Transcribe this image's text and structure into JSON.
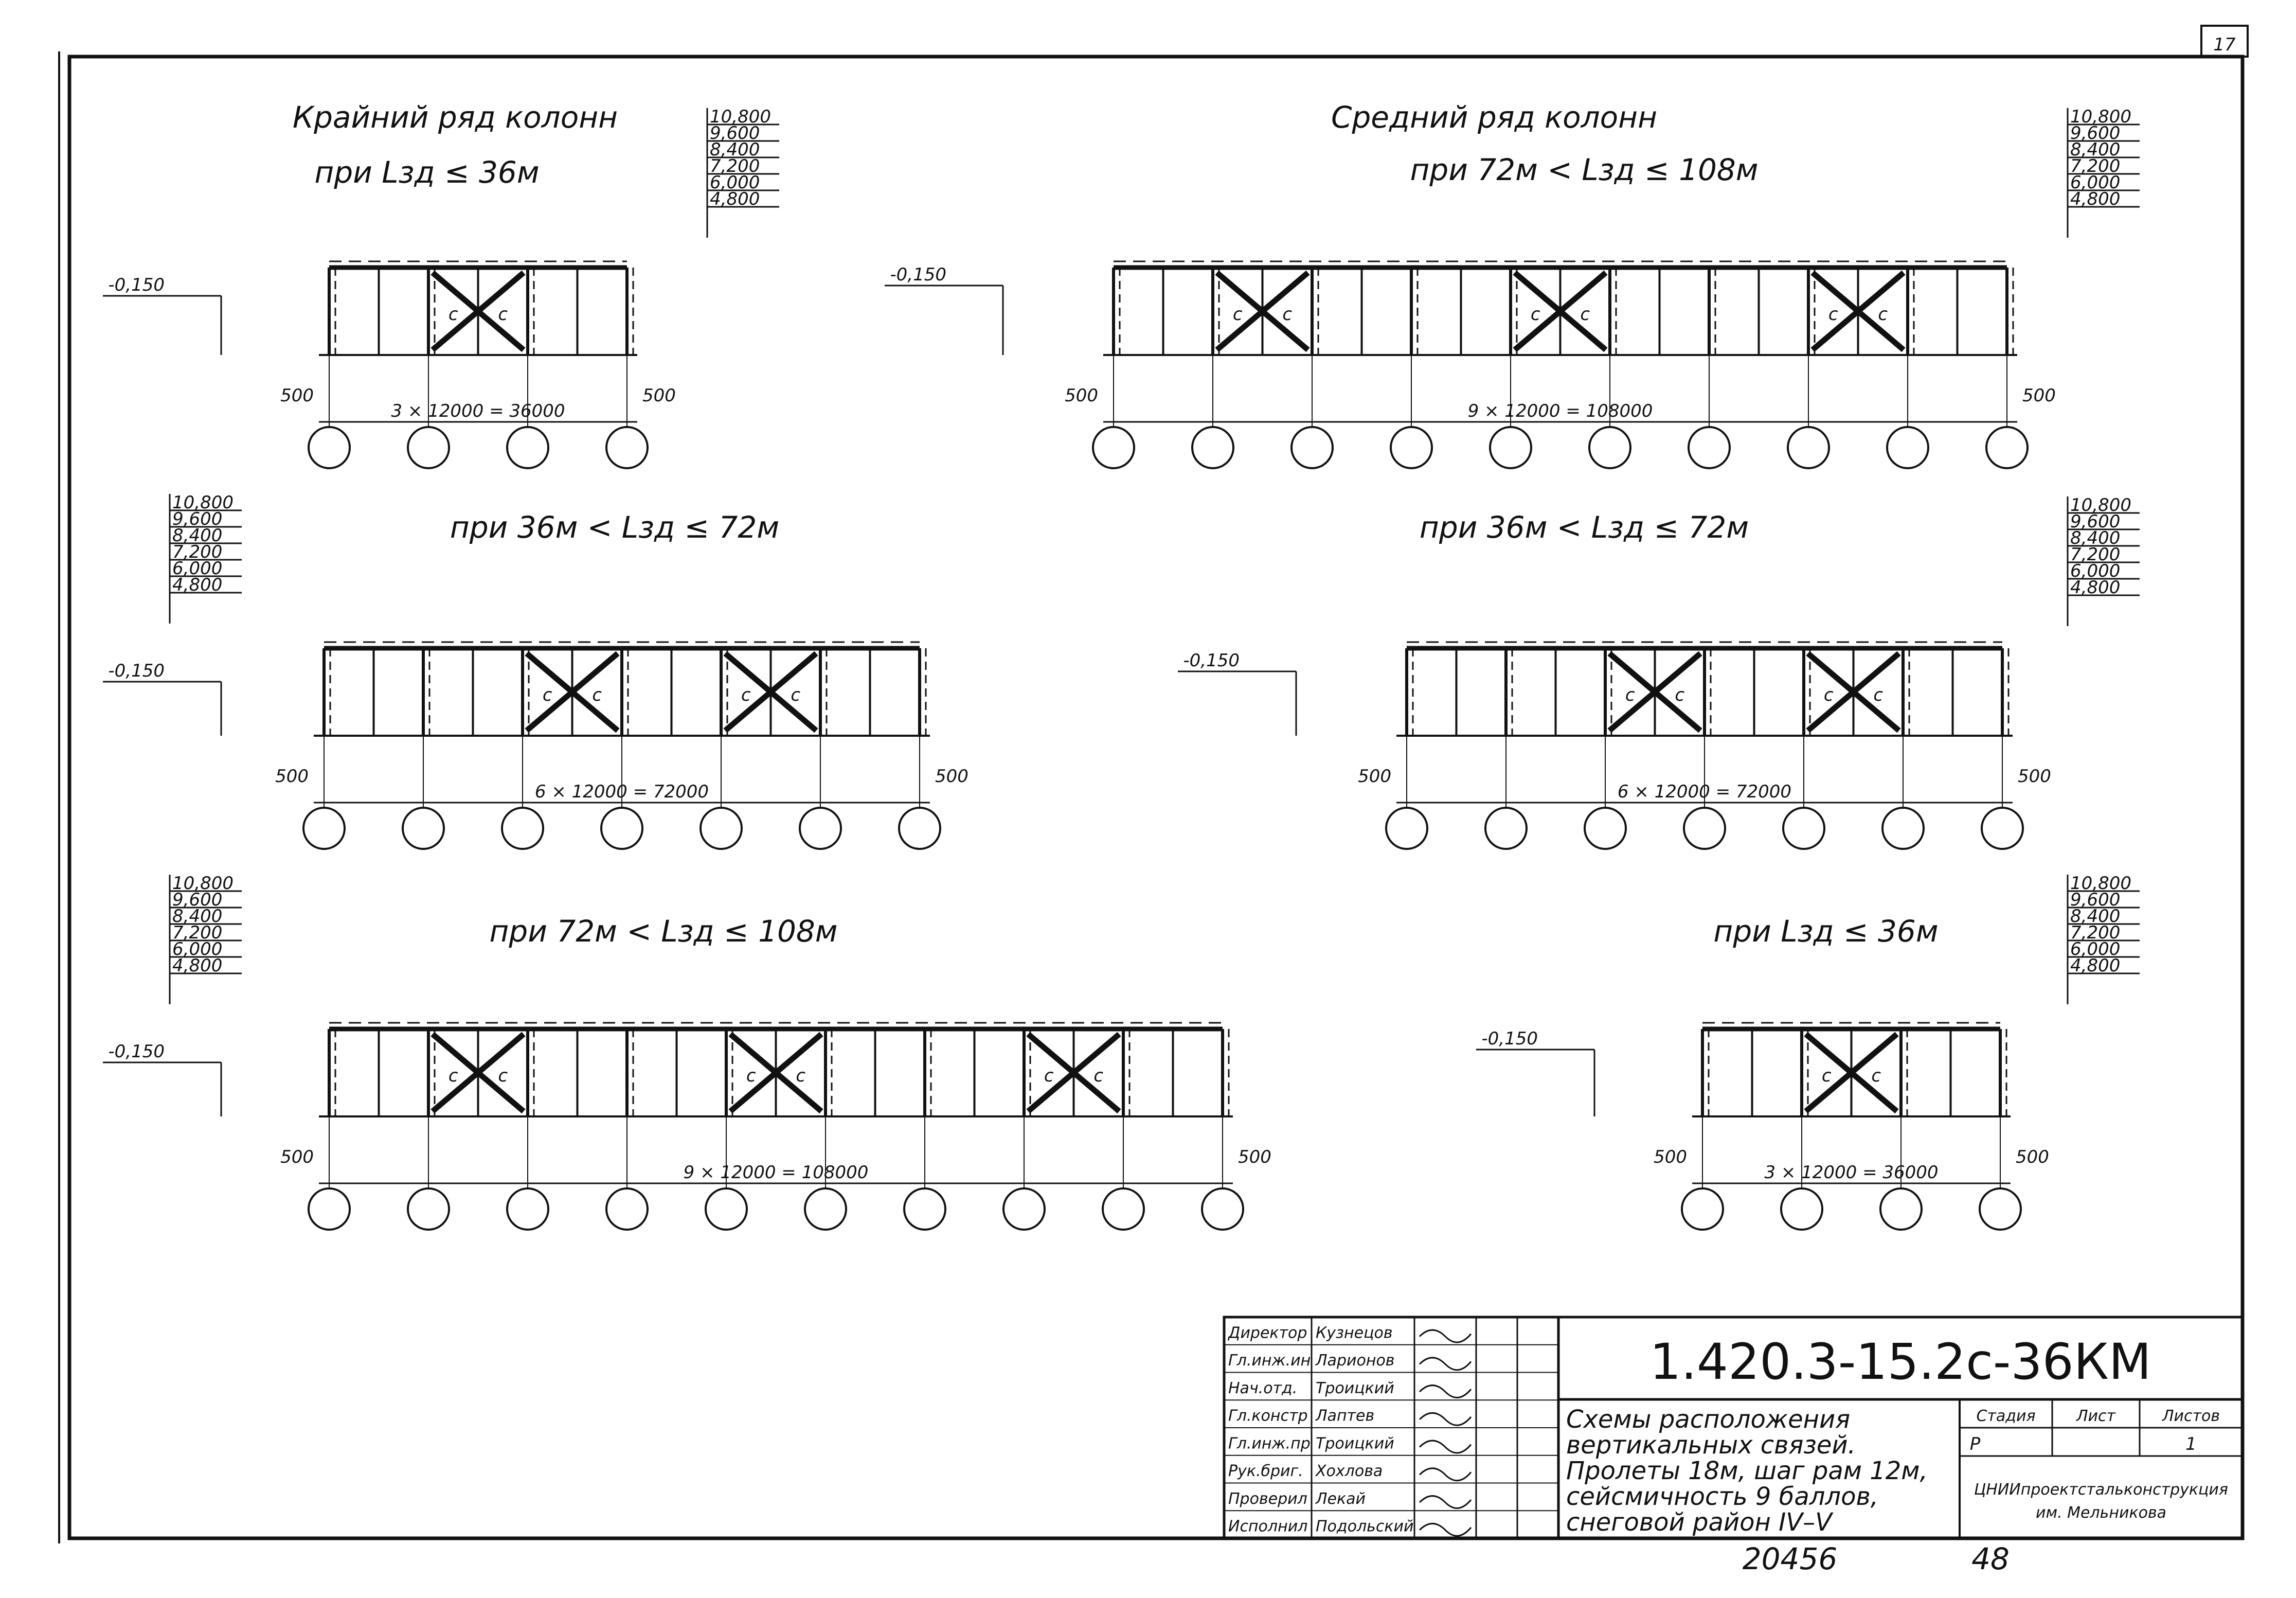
{
  "page_number": "17",
  "levels": [
    "10,800",
    "9,600",
    "8,400",
    "7,200",
    "6,000",
    "4,800"
  ],
  "ground_mark": "-0,150",
  "offset": "500",
  "brace_label": "c",
  "headers": {
    "left": "Крайний ряд колонн",
    "right": "Средний ряд колонн"
  },
  "diagrams": [
    {
      "cond": "при Lзд ≤ 36м",
      "dimension": "3 × 12000 = 36000"
    },
    {
      "cond": "при 72м < Lзд ≤ 108м",
      "dimension": "9 × 12000 = 108000"
    },
    {
      "cond": "при 36м < Lзд ≤ 72м",
      "dimension": "6 × 12000 = 72000"
    },
    {
      "cond": "при 36м < Lзд ≤ 72м",
      "dimension": "6 × 12000 = 72000"
    },
    {
      "cond": "при 72м < Lзд ≤ 108м",
      "dimension": "9 × 12000 = 108000"
    },
    {
      "cond": "при Lзд ≤ 36м",
      "dimension": "3 × 12000 = 36000"
    }
  ],
  "title_block": {
    "doc_code": "1.420.3-15.2с-36КМ",
    "roles": [
      {
        "role": "Директор",
        "name": "Кузнецов"
      },
      {
        "role": "Гл.инж.ин",
        "name": "Ларионов"
      },
      {
        "role": "Нач.отд.",
        "name": "Троицкий"
      },
      {
        "role": "Гл.констр",
        "name": "Лаптев"
      },
      {
        "role": "Гл.инж.пр",
        "name": "Троицкий"
      },
      {
        "role": "Рук.бриг.",
        "name": "Хохлова"
      },
      {
        "role": "Проверил",
        "name": "Лекай"
      },
      {
        "role": "Исполнил",
        "name": "Подольский"
      }
    ],
    "description": [
      "Схемы расположения",
      "вертикальных связей.",
      "Пролеты 18м, шаг рам 12м,",
      "сейсмичность 9 баллов,",
      "снеговой район IV–V"
    ],
    "stage_label": "Стадия",
    "sheet_label": "Лист",
    "sheets_label": "Листов",
    "stage": "Р",
    "sheets": "1",
    "org": "ЦНИИпроектстальконструкция",
    "org_sub": "им. Мельникова"
  },
  "bottom_notes": [
    "20456",
    "48"
  ]
}
